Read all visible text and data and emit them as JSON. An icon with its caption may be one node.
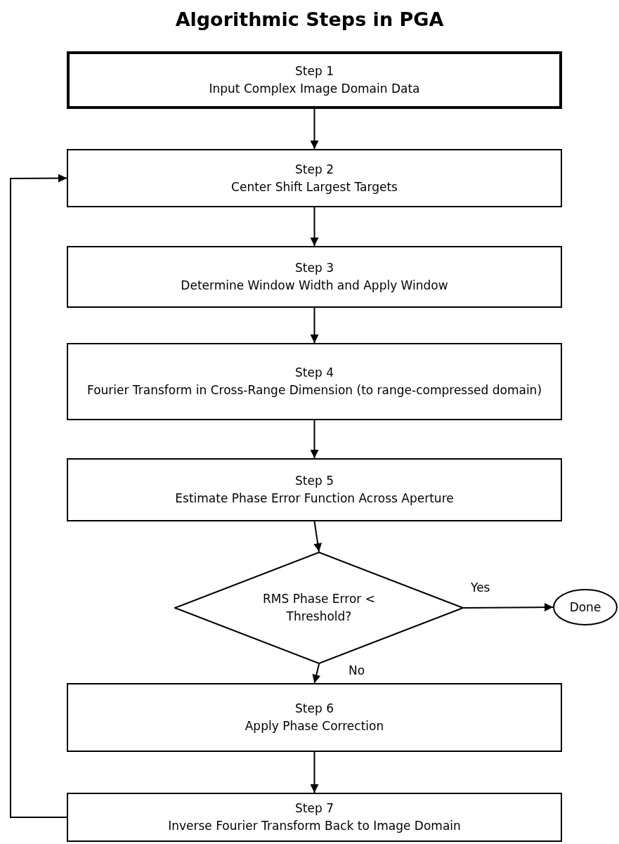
{
  "diagram": {
    "title": "Algorithmic Steps in PGA",
    "nodes": [
      {
        "text": [
          "Step 1",
          "Input Complex Image Domain Data"
        ]
      },
      {
        "text": [
          "Step 2",
          "Center Shift Largest Targets"
        ]
      },
      {
        "text": [
          "Step 3",
          "Determine Window Width and Apply Window"
        ]
      },
      {
        "text": [
          "Step 4",
          "Fourier Transform in Cross-Range Dimension (to range-compressed domain)"
        ]
      },
      {
        "text": [
          "Step 5",
          "Estimate Phase Error Function Across Aperture"
        ]
      },
      {
        "text": [
          "RMS Phase Error < Threshold?"
        ]
      },
      {
        "text": [
          "Done"
        ]
      },
      {
        "text": [
          "Step 6",
          "Apply Phase Correction"
        ]
      },
      {
        "text": [
          "Step 7",
          "Inverse Fourier Transform Back to Image Domain"
        ]
      }
    ],
    "edges": [
      {
        "from": 0,
        "to": 1,
        "arrow": "to"
      },
      {
        "from": 1,
        "to": 2,
        "arrow": "to"
      },
      {
        "from": 2,
        "to": 3,
        "arrow": "to"
      },
      {
        "from": 3,
        "to": 4,
        "arrow": "to"
      },
      {
        "from": 4,
        "to": 5,
        "arrow": "to"
      },
      {
        "from": 5,
        "to": 6,
        "arrow": "to",
        "label": "Yes"
      },
      {
        "from": 5,
        "to": 7,
        "arrow": "to",
        "label": "No"
      },
      {
        "from": 7,
        "to": 8,
        "arrow": "to"
      },
      {
        "from": 8,
        "to": 1,
        "arrow": "to"
      }
    ]
  }
}
